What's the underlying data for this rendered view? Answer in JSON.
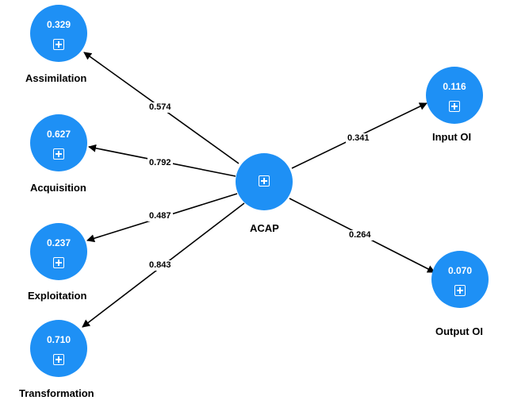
{
  "center": {
    "name": "ACAP",
    "icon": "expand-icon"
  },
  "nodes": [
    {
      "id": "assimilation",
      "name": "Assimilation",
      "value": "0.329",
      "path": "0.574"
    },
    {
      "id": "acquisition",
      "name": "Acquisition",
      "value": "0.627",
      "path": "0.792"
    },
    {
      "id": "exploitation",
      "name": "Exploitation",
      "value": "0.237",
      "path": "0.487"
    },
    {
      "id": "transformation",
      "name": "Transformation",
      "value": "0.710",
      "path": "0.843"
    },
    {
      "id": "input-oi",
      "name": "Input OI",
      "value": "0.116",
      "path": "0.341"
    },
    {
      "id": "output-oi",
      "name": "Output OI",
      "value": "0.070",
      "path": "0.264"
    }
  ],
  "colors": {
    "node_fill": "#1e90f5",
    "text_on_node": "#ffffff",
    "edge": "#000000"
  }
}
